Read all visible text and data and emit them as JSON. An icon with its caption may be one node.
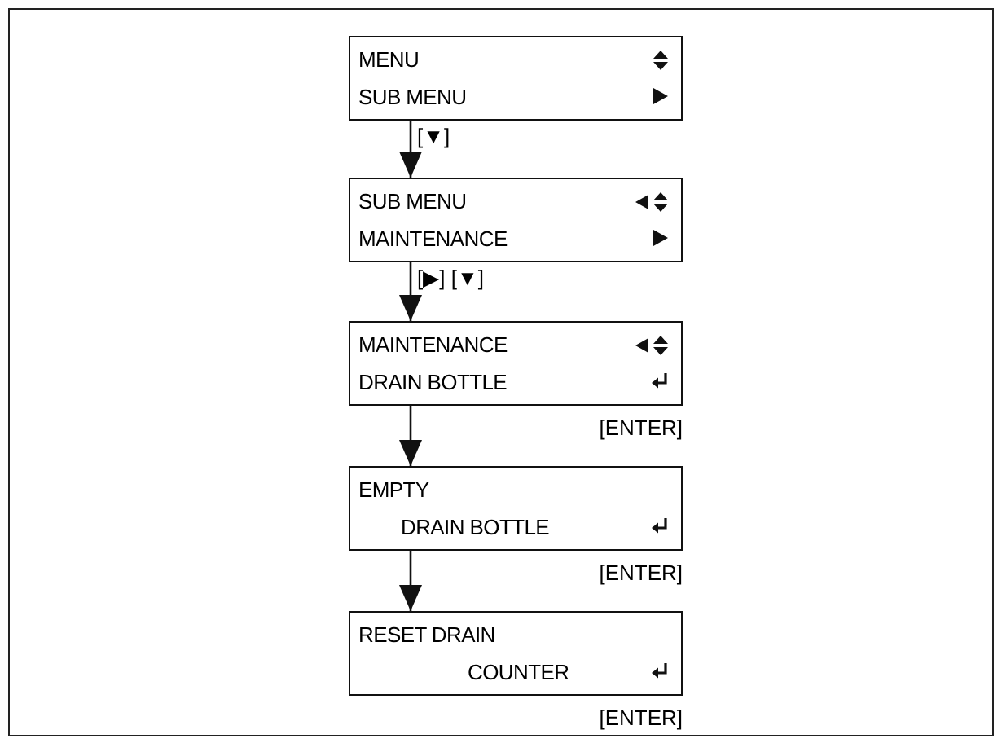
{
  "diagram": {
    "nodes": [
      {
        "text": [
          "MENU",
          "SUB MENU"
        ]
      },
      {
        "text": [
          "SUB MENU",
          "MAINTENANCE"
        ]
      },
      {
        "text": [
          "MAINTENANCE",
          "DRAIN BOTTLE"
        ],
        "beside": [
          "[ENTER]"
        ]
      },
      {
        "text": [
          "EMPTY",
          "DRAIN BOTTLE"
        ],
        "beside": [
          "[ENTER]"
        ]
      },
      {
        "text": [
          "RESET DRAIN",
          "COUNTER"
        ],
        "beside": [
          "[ENTER]"
        ]
      }
    ],
    "edges": [
      {
        "from": 0,
        "to": 1,
        "arrow": "to",
        "label": "[▼]"
      },
      {
        "from": 1,
        "to": 2,
        "arrow": "to",
        "label": "[▶] [▼]"
      },
      {
        "from": 2,
        "to": 3,
        "arrow": "to"
      },
      {
        "from": 3,
        "to": 4,
        "arrow": "to"
      }
    ]
  }
}
